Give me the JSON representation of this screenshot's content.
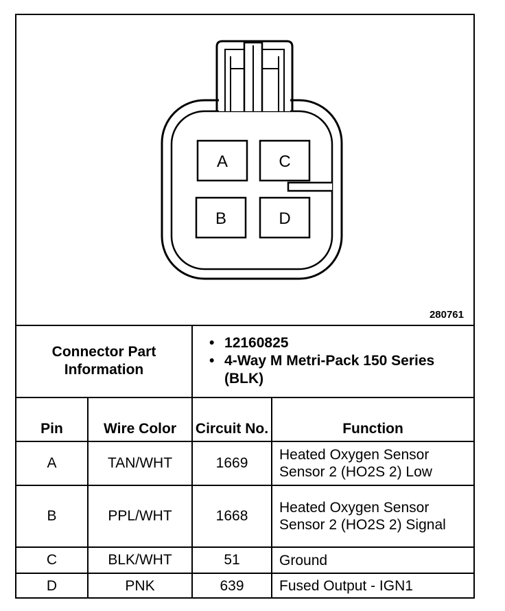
{
  "diagram": {
    "figure_id": "280761",
    "pins": [
      {
        "label": "A"
      },
      {
        "label": "C"
      },
      {
        "label": "B"
      },
      {
        "label": "D"
      }
    ]
  },
  "part_info": {
    "label": "Connector Part Information",
    "items": [
      "12160825",
      "4-Way M Metri-Pack 150 Series (BLK)"
    ]
  },
  "table": {
    "headers": [
      "Pin",
      "Wire Color",
      "Circuit No.",
      "Function"
    ],
    "rows": [
      {
        "pin": "A",
        "color": "TAN/WHT",
        "circuit": "1669",
        "function": "Heated Oxygen Sensor Sensor 2 (HO2S 2) Low"
      },
      {
        "pin": "B",
        "color": "PPL/WHT",
        "circuit": "1668",
        "function": "Heated Oxygen Sensor Sensor 2 (HO2S 2) Signal"
      },
      {
        "pin": "C",
        "color": "BLK/WHT",
        "circuit": "51",
        "function": "Ground"
      },
      {
        "pin": "D",
        "color": "PNK",
        "circuit": "639",
        "function": "Fused Output - IGN1"
      }
    ]
  }
}
